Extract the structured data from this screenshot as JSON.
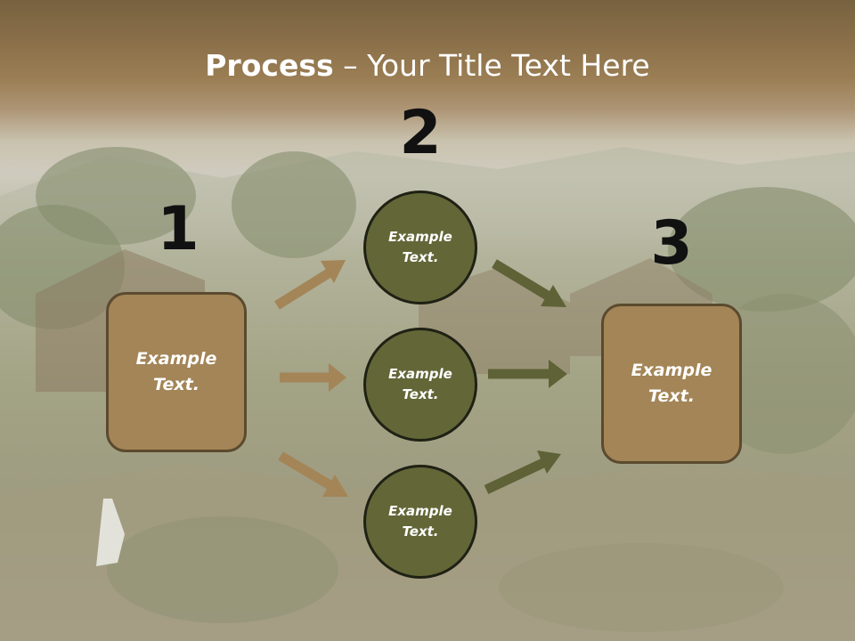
{
  "title": {
    "bold": "Process",
    "rest": " – Your Title Text Here"
  },
  "numbers": {
    "n1": "1",
    "n2": "2",
    "n3": "3"
  },
  "boxes": {
    "left": "Example\nText.",
    "right": "Example\nText."
  },
  "circles": {
    "top": "Example\nText.",
    "middle": "Example\nText.",
    "bottom": "Example\nText."
  },
  "colors": {
    "box_fill": "#a38557",
    "circle_fill": "#636738",
    "arrow_brown": "#a38557",
    "arrow_green": "#5f6236"
  }
}
